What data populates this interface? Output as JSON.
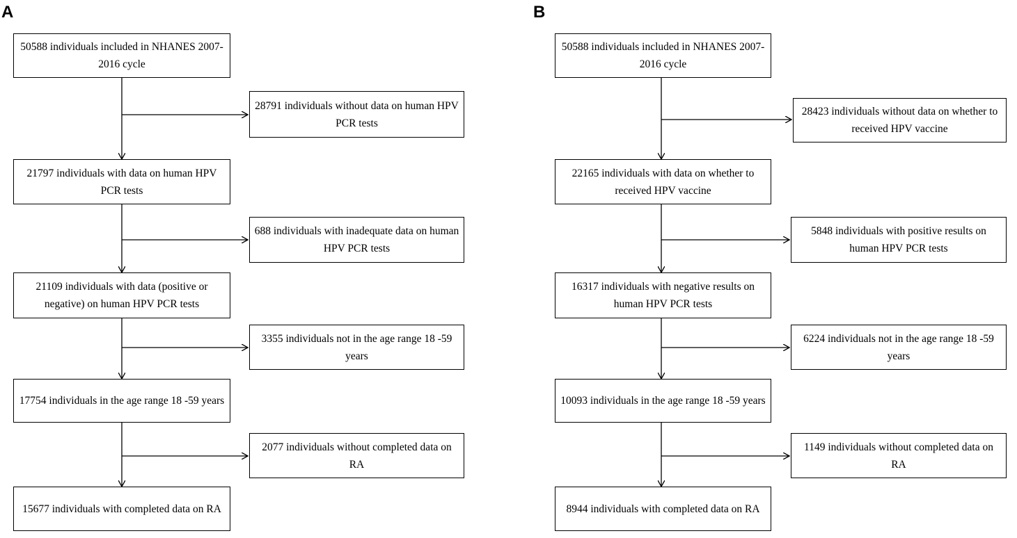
{
  "panels": [
    {
      "label": "A",
      "main_boxes": [
        "50588 individuals included in NHANES 2007-2016 cycle",
        "21797 individuals with data on human HPV PCR tests",
        "21109 individuals with data (positive or negative) on human HPV PCR tests",
        "17754 individuals in the age range 18 -59 years",
        "15677 individuals with completed data on RA"
      ],
      "exclusion_boxes": [
        "28791 individuals without data on human HPV PCR tests",
        "688 individuals with inadequate data on human HPV PCR tests",
        "3355 individuals not in the age range 18 -59 years",
        "2077 individuals without completed data on RA"
      ]
    },
    {
      "label": "B",
      "main_boxes": [
        "50588 individuals included in NHANES 2007-2016 cycle",
        "22165 individuals with data on whether to received HPV vaccine",
        "16317 individuals with negative results on human HPV PCR tests",
        "10093 individuals in the age range 18 -59 years",
        "8944 individuals with completed data on RA"
      ],
      "exclusion_boxes": [
        "28423 individuals without data on whether to received HPV vaccine",
        "5848 individuals with positive results on human HPV PCR tests",
        "6224 individuals not in the age range 18 -59 years",
        "1149 individuals without completed data on RA"
      ]
    }
  ]
}
